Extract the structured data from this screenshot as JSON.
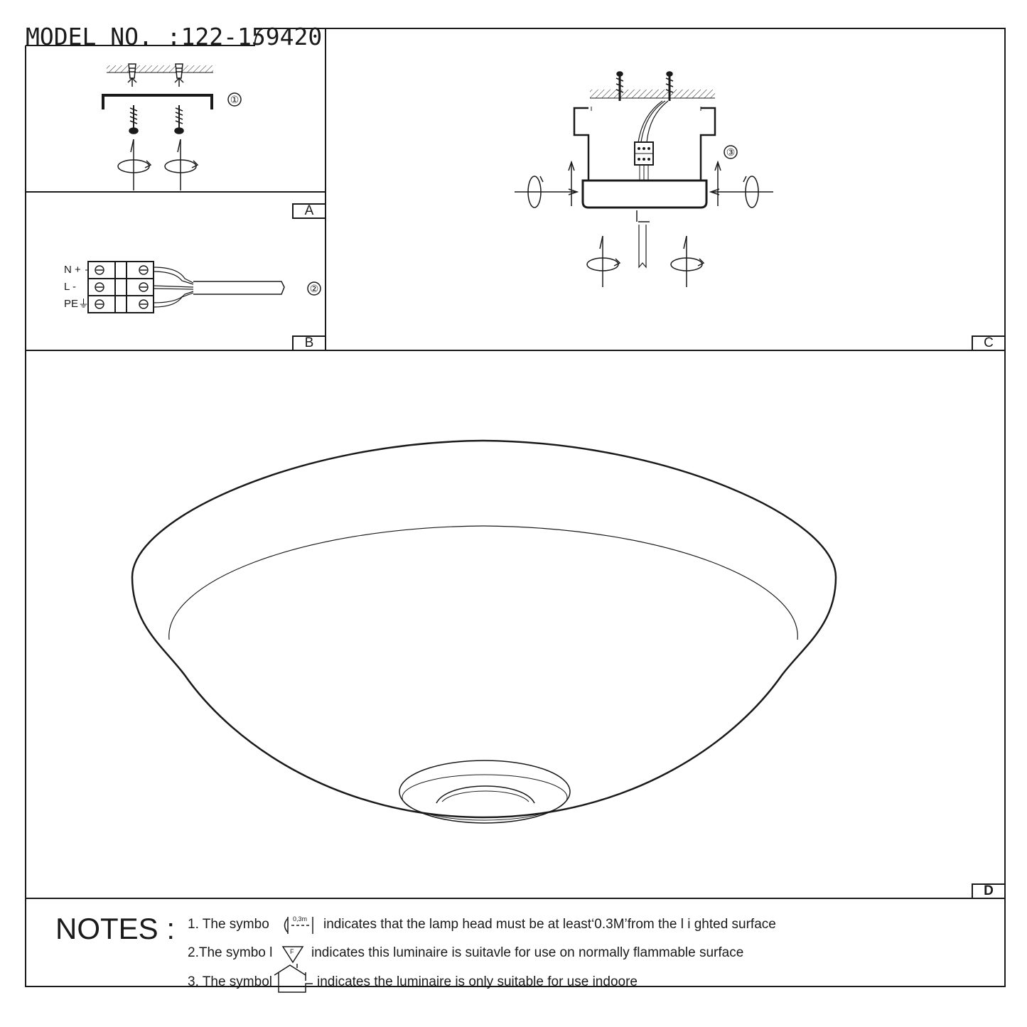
{
  "header": {
    "model_label": "MODEL NO. :122-159420"
  },
  "panels": {
    "a": {
      "tag": "A",
      "step": "①"
    },
    "b": {
      "tag": "B",
      "step": "②",
      "wire_labels": [
        "N +",
        "L  -",
        "PE⏚"
      ]
    },
    "c": {
      "tag": "C",
      "step": "③"
    },
    "d": {
      "tag": "D"
    }
  },
  "notes": {
    "title": "NOTES :",
    "items": [
      {
        "prefix": "1. The symbo",
        "symbol": "0,3m",
        "text": "indicates that the lamp head must be at least‘0.3M’from the l i ghted surface"
      },
      {
        "prefix": "2.The symbo l",
        "symbol": "F",
        "text": "indicates this luminaire is suitavle for use on normally flammable surface"
      },
      {
        "prefix": "3. The symbol",
        "symbol": "",
        "text": "indicates the luminaire is only suitable for use indoore"
      }
    ]
  },
  "colors": {
    "line": "#1a1a1a",
    "background": "#ffffff"
  }
}
